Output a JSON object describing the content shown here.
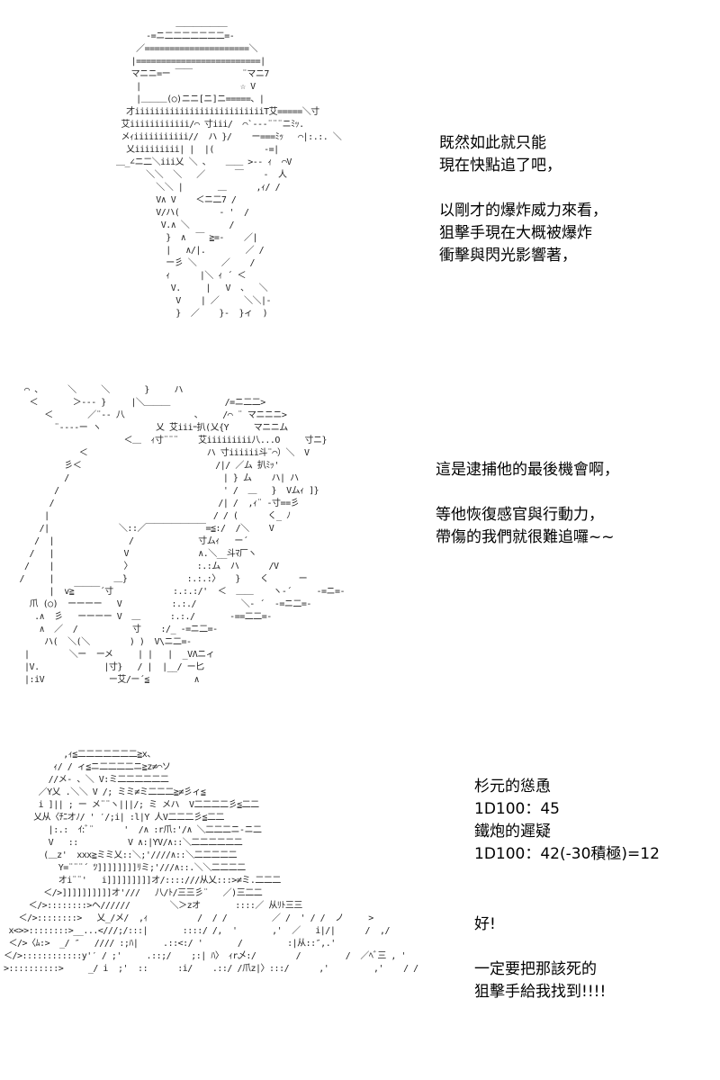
{
  "page": {
    "background": "#ffffff",
    "text_color": "#000000"
  },
  "panels": [
    {
      "art": "              ＿＿＿＿＿＿\n        -=ニ二二二二二二二=-\n      ／=====================＼\n     |=========================|\n     マニニ=ー ￣￣          ¨マニ7\n      |                    ☆ V\n      |＿＿＿(○)ニニ[ニ]ニ=====、|\n    才iiiiiiiiiiiiiiiiiiiiiiiiiiT艾=====＼寸\n   艾iiiiiiiiiiii/⌒ 寸iii/  ⌒`-‐-¨¨¨ニﾐｯ.\n   メｨiiiiiiiiiii//  ハ }/    ー===ﾐｯ   ⌒|:.:. ＼\n    乂iiiiiiiii| |  |(          -=|\n  ＿_∠ニ二＼iii乂 ＼ 、   ＿＿ >‐- ｨ  ⌒V\n        ＼＼  ＼   ／      ￣    ‐  人\n          ＼＼ |       ＿      ,ｨ/ /\n          V∧ V    ＜ニ二7 /\n          V/ハ(        ‐ '  /\n           V.∧ ＼        /\n            }  ∧  ￣ ≧=-    ／|\n            |   ∧/|.        ／ /\n            ー彡 ＼     ／    /\n            ｨ      |＼ ｨ ´ ＜\n             V.     |   V  、  ＼\n              V    | ／     ＼＼|-\n              }  ／    }‐  }ィ  )",
      "dialogue": "既然如此就只能\n現在快點追了吧，\n\n以剛才的爆炸威力來看，\n狙擊手現在大概被爆炸\n衝擊與閃光影響著，"
    },
    {
      "art": "  ⌒ 、     ＼     ＼       }     ハ\n   ＜       ＞‐-‐ }     |＼＿＿＿           /=ニ二二>\n      ＜       ／¨-‐ 八              、    /⌒ ¨ マニニニ>\n        ¨‐--‐ー ヽ           乂 艾iiiｰ扒(乂{Y     マニニム\n                      ＜＿  ｨ寸¨¨¨    艾iiiiiiiii八...O     寸ニ}\n             ＜                        ハ 寸iiiiii斗¨⌒）＼  V\n          彡＜                           /|/ ／ム 扒ﾐｯ'\n          /                               | } ム    ハ| ハ\n        /                                 ' /  ＿   }  Vムｨ ]}\n       /                                 /| /  ,ｨ¨ ‐寸==彡\n      |                                 / / (      く_ ﾉ\n     /|              ＼::／￣￣￣￣￣￣￣=≦:/  /＼    V\n    /  |               /             寸ムｨ   ー´\n   /   |              V              ∧.＼__斗ﾏ厂ヽ\n  /    |              〉             :.:ム  ハ      /V\n /     |            ＿}            :.:.:〉   }    く      ー\n       |  v≧￣￣￣´寸            :.:.:/'  ＜  ＿＿    ヽ‐´     -=ニ=-\n   爪 (○)  ーーーー   V          :.:./         ＼‐ ´  -=ニ二=-\n    .∧  彡   ーーーー V  ＿      :.:./       ‐==二二=-\n     ∧  ／  /           寸    :/_ -=ニ二=-\n      ハ(  ＼(＼        ) )  V\\ニ二=-\n  |        ＼ー  ーメ     | |   |  _VΛニィ\n  |V.             |寸}   / |  |__/ ー匕\n  |:iV             ー艾/ー´≦         ∧",
      "dialogue": "這是逮捕他的最後機會啊，\n\n等他恢復感官與行動力，\n帶傷的我們就很難追囉~~"
    },
    {
      "art": "            ,ｨ≦二二二二二二二≧x、\n          ｨ/ / ィ≦ニ二二二二ニ≧z≠⌒ソ\n         //メ- 、＼ V:ミ二二二二二二\n       ／Y乂 .＼＼ V /; ミミ≠ミ二二二≧≠彡ィ≦\n       i ]|| ; ー メ¨¨ヽ|||/; ミ メハ  V二二二二彡≦二二\n      乂从〈ﾁﾆオﾉ/ ' ′/;i| :l|Y 人V二二二彡≦二二\n         |:.:  ｲ:ﾞ¨      '  /∧ :r爪:'/∧ ＼二二二ニ-ニ二\n         V   ::          V ∧:|YV/∧::＼二二二二二二\n        (＿z'  xxx≧ミミ乂::＼;'////∧::＼二二二二二\n           Y=¨¨¨´ ﾂ]]]]]]]]ﾘミ;'///∧::.＼＼二二二二\n           オi¨¨'   i]]]]]]]]]オ/::::///从乂:::>≠ミ.二二二\n        ＜/>]]]]]]]]]]オ'///   八/ﾄ/三三彡¨   ／)三二二\n     ＜/>::::::::>ヘ//////        ＼＞zオ       ::::／ 从ﾘﾄ三三\n   ＜/>::::::::>   乂_/メ/  ,ｨ          /  / /         ／ /  ' / /  ノ     >\n x<>>::::::::>__...<///;/:::|       ::::/ /,  '       ,'  ／   i|/|      /  ,/\n ＜/>〈ﾑ:>  _/ ″   //// :;ﾊ|     .::<:/ '       /         :|从::″,.'\n＜/>::::::::::::y'′ / ;'     .::;/    ;:| ﾊ〉 ｨr乄:/        /         /  ／ﾍﾞ三 , '\n>::::::::::>     _/ i  ;'  ::      :i/    .::/ /爪z|〉:::/      ,'         ,'    / /",
      "rolls": "杉元的慫恿\n1D100：45\n鐵炮的遲疑\n1D100：42(-30積極)=12",
      "dialogue": "好!\n\n一定要把那該死的\n狙擊手給我找到!!!!"
    }
  ]
}
